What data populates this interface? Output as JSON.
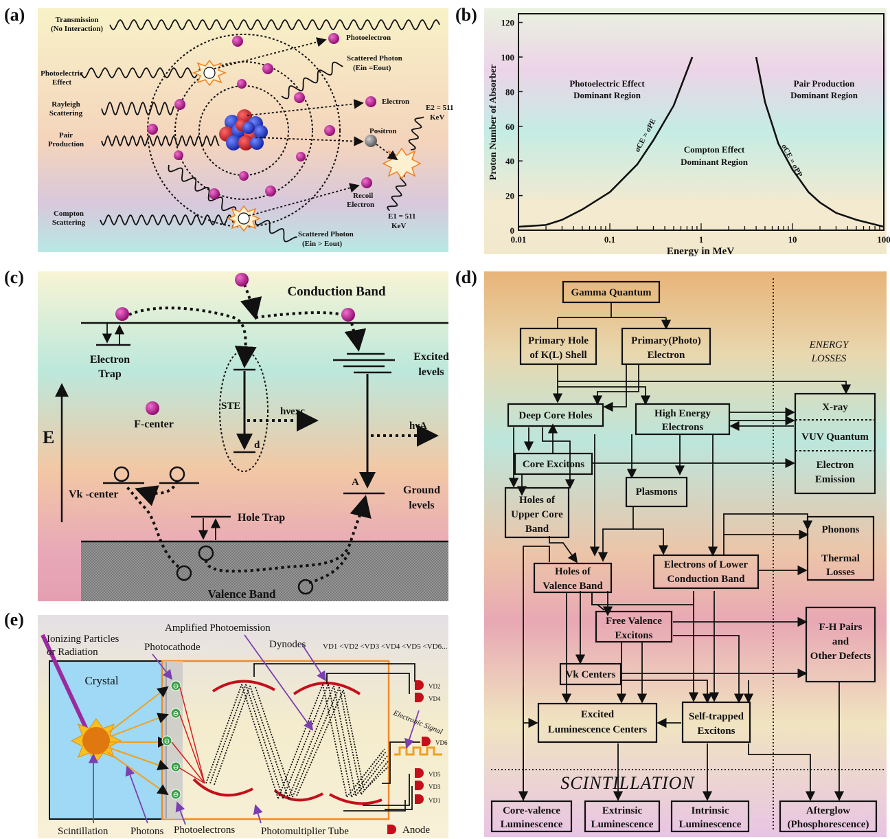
{
  "panel_labels": {
    "a": "(a)",
    "b": "(b)",
    "c": "(c)",
    "d": "(d)",
    "e": "(e)"
  },
  "panel_a": {
    "transmission": [
      "Transmission",
      "(No Interaction)"
    ],
    "photoelectric": [
      "Photoelectric",
      "Effect"
    ],
    "rayleigh": [
      "Rayleigh",
      "Scattering"
    ],
    "pair": [
      "Pair",
      "Production"
    ],
    "compton": [
      "Compton",
      "Scattering"
    ],
    "photoelectron": "Photoelectron",
    "scattered_photon_1": [
      "Scattered Photon",
      "(Ein =Eout)"
    ],
    "electron": "Electron",
    "positron": "Positron",
    "e2": [
      "E2 = 511",
      "KeV"
    ],
    "recoil": [
      "Recoil",
      "Electron"
    ],
    "e1": [
      "E1 = 511",
      "KeV"
    ],
    "scattered_photon_2": [
      "Scattered Photon",
      "(Ein > Eout)"
    ]
  },
  "panel_b": {
    "ylabel": "Proton Number of Absorber",
    "xlabel": "Energy in MeV",
    "region_pe": [
      "Photoelectric Effect",
      "Dominant Region"
    ],
    "region_pp": [
      "Pair Production",
      "Dominant Region"
    ],
    "region_ce": [
      "Compton Effect",
      "Dominant Region"
    ],
    "curve_left_label": "σCE = σPE",
    "curve_right_label": "σCE = σPP"
  },
  "chart_data": {
    "type": "line",
    "title": "",
    "xlabel": "Energy in MeV",
    "ylabel": "Proton Number of Absorber",
    "xscale": "log",
    "xlim": [
      0.01,
      100
    ],
    "ylim": [
      0,
      125
    ],
    "xticks": [
      "0.01",
      "0.1",
      "1",
      "10",
      "100"
    ],
    "yticks": [
      "0",
      "20",
      "40",
      "60",
      "80",
      "100",
      "120"
    ],
    "series": [
      {
        "name": "σCE = σPE",
        "x": [
          0.01,
          0.02,
          0.03,
          0.05,
          0.1,
          0.2,
          0.3,
          0.5,
          0.8
        ],
        "y": [
          2,
          3,
          6,
          12,
          22,
          38,
          52,
          72,
          100
        ]
      },
      {
        "name": "σCE = σPP",
        "x": [
          4,
          5,
          7,
          10,
          15,
          20,
          30,
          50,
          100
        ],
        "y": [
          100,
          74,
          50,
          35,
          22,
          16,
          10,
          6,
          2
        ]
      }
    ]
  },
  "panel_c": {
    "conduction": "Conduction Band",
    "electron_trap": [
      "Electron",
      "Trap"
    ],
    "excited": [
      "Excited",
      "levels"
    ],
    "ste": "STE",
    "hv_exc": "hνexc",
    "d": "d",
    "f_center": "F-center",
    "hv_a": "hνA",
    "e_axis": "E",
    "a": "A",
    "vk": "Vk -center",
    "ground": [
      "Ground",
      "levels"
    ],
    "hole_trap": "Hole Trap",
    "valence": "Valence Band"
  },
  "panel_d": {
    "gamma": "Gamma Quantum",
    "primary_hole": [
      "Primary Hole",
      "of K(L) Shell"
    ],
    "primary_electron": [
      "Primary(Photo)",
      "Electron"
    ],
    "energy_losses": [
      "ENERGY",
      "LOSSES"
    ],
    "deep_core": "Deep Core Holes",
    "high_energy": [
      "High Energy",
      "Electrons"
    ],
    "xray": "X-ray",
    "vuv": "VUV Quantum",
    "emission": [
      "Electron",
      "Emission"
    ],
    "core_excitons": "Core Excitons",
    "holes_upper": [
      "Holes of",
      "Upper Core",
      "Band"
    ],
    "plasmons": "Plasmons",
    "phonons": "Phonons",
    "thermal": [
      "Thermal",
      "Losses"
    ],
    "holes_valence": [
      "Holes of",
      "Valence Band"
    ],
    "electrons_lower": [
      "Electrons of Lower",
      "Conduction Band"
    ],
    "free_valence": [
      "Free Valence",
      "Excitons"
    ],
    "fh": [
      "F-H Pairs",
      "and",
      "Other Defects"
    ],
    "vk_centers": "Vk Centers",
    "excited_lum": [
      "Excited",
      "Luminescence Centers"
    ],
    "self_trapped": [
      "Self-trapped",
      "Excitons"
    ],
    "scintillation": "SCINTILLATION",
    "core_valence": [
      "Core-valence",
      "Luminescence"
    ],
    "extrinsic": [
      "Extrinsic",
      "Luminescence"
    ],
    "intrinsic": [
      "Intrinsic",
      "Luminescence"
    ],
    "afterglow": [
      "Afterglow",
      "(Phosphorescence)"
    ]
  },
  "panel_e": {
    "ionizing": [
      "Ionizing Particles",
      "or Radiation"
    ],
    "photocathode": "Photocathode",
    "amplified": "Amplified Photoemission",
    "dynodes": "Dynodes",
    "voltages": "VD1 <VD2 <VD3 <VD4 <VD5 <VD6...",
    "crystal": "Crystal",
    "electronic_signal": "Electronic Signal",
    "vd2": "VD2",
    "vd4": "VD4",
    "vd6": "VD6",
    "vd5": "VD5",
    "vd3": "VD3",
    "vd1": "VD1",
    "scintillation": "Scintillation",
    "photons": "Photons",
    "photoelectrons": "Photoelectrons",
    "pmt": "Photomultiplier Tube",
    "anode": "Anode"
  },
  "colors": {
    "particle_magenta": "#b5108a",
    "nucleus_blue": "#2b45d8",
    "nucleus_red": "#d8202a",
    "dynode_red": "#c4101a",
    "photon_orange": "#f0a020",
    "crystal_blue": "#9fd9f5",
    "box_orange": "#f08a2a"
  }
}
